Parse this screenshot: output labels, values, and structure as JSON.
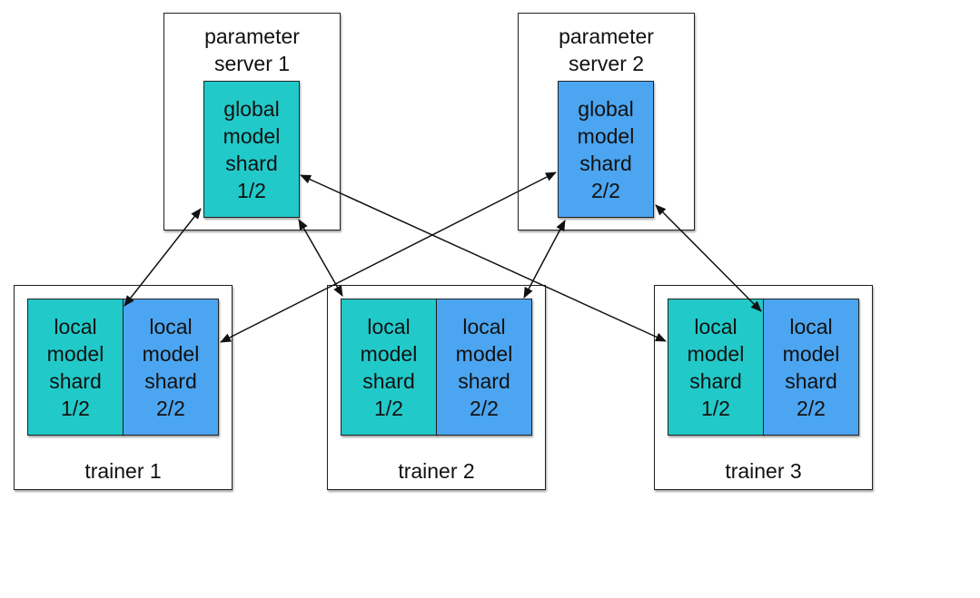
{
  "colors": {
    "shard_1": "#22c9c9",
    "shard_2": "#4ca5f0",
    "arrow": "#111111",
    "border": "#222222"
  },
  "servers": [
    {
      "title": "parameter\nserver 1",
      "shard_label": "global\nmodel\nshard\n1/2"
    },
    {
      "title": "parameter\nserver 2",
      "shard_label": "global\nmodel\nshard\n2/2"
    }
  ],
  "trainers": [
    {
      "title": "trainer 1",
      "shards": [
        "local\nmodel\nshard\n1/2",
        "local\nmodel\nshard\n2/2"
      ]
    },
    {
      "title": "trainer 2",
      "shards": [
        "local\nmodel\nshard\n1/2",
        "local\nmodel\nshard\n2/2"
      ]
    },
    {
      "title": "trainer 3",
      "shards": [
        "local\nmodel\nshard\n1/2",
        "local\nmodel\nshard\n2/2"
      ]
    }
  ],
  "connections": [
    {
      "from": "server-1-shard",
      "to": "trainer-1-shard-1"
    },
    {
      "from": "server-1-shard",
      "to": "trainer-2-shard-1"
    },
    {
      "from": "server-1-shard",
      "to": "trainer-3-shard-1"
    },
    {
      "from": "server-2-shard",
      "to": "trainer-1-shard-2"
    },
    {
      "from": "server-2-shard",
      "to": "trainer-2-shard-2"
    },
    {
      "from": "server-2-shard",
      "to": "trainer-3-shard-2"
    }
  ]
}
